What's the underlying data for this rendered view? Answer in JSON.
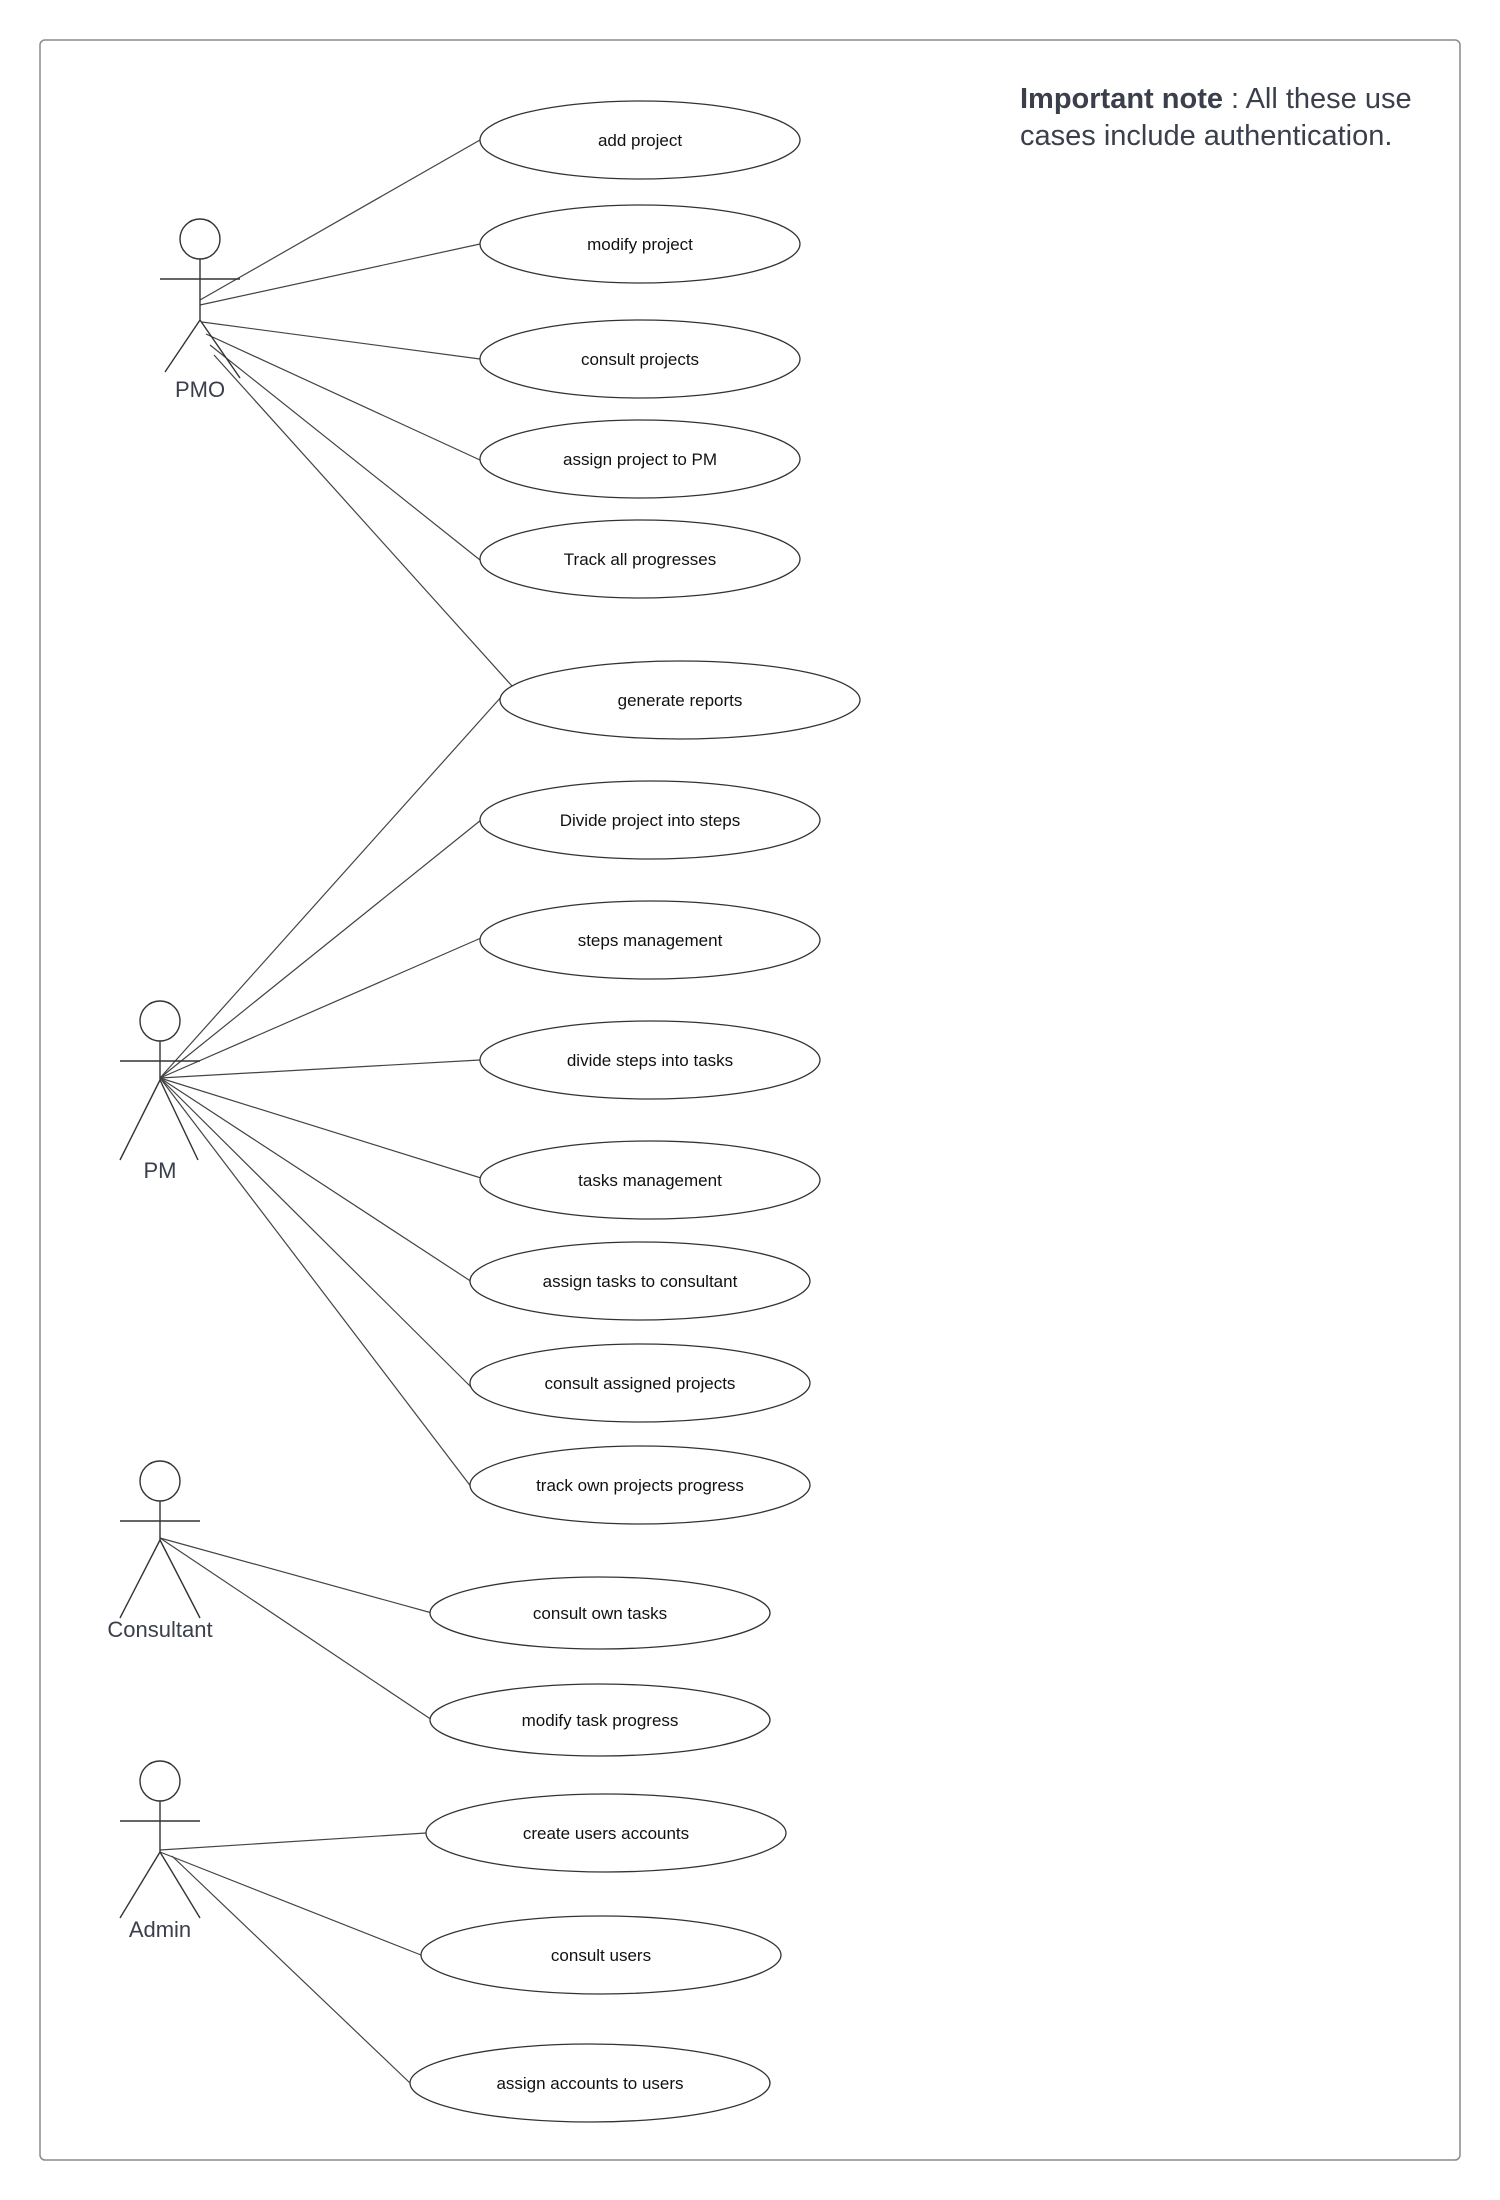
{
  "note": {
    "bold": "Important note",
    "rest": " : All these use",
    "line2": "cases include authentication."
  },
  "actors": {
    "pmo": "PMO",
    "pm": "PM",
    "consultant": "Consultant",
    "admin": "Admin"
  },
  "usecases": {
    "add_project": "add project",
    "modify_project": "modify project",
    "consult_projects": "consult projects",
    "assign_project_to_pm": "assign project to PM",
    "track_all_progresses": "Track all progresses",
    "generate_reports": "generate reports",
    "divide_project_into_steps": "Divide project into steps",
    "steps_management": "steps management",
    "divide_steps_into_tasks": "divide steps into tasks",
    "tasks_management": "tasks management",
    "assign_tasks_to_consultant": "assign tasks to consultant",
    "consult_assigned_projects": "consult assigned projects",
    "track_own_projects_progress": "track own projects progress",
    "consult_own_tasks": "consult own tasks",
    "modify_task_progress": "modify task progress",
    "create_users_accounts": "create users accounts",
    "consult_users": "consult users",
    "assign_accounts_to_users": "assign accounts to users"
  }
}
